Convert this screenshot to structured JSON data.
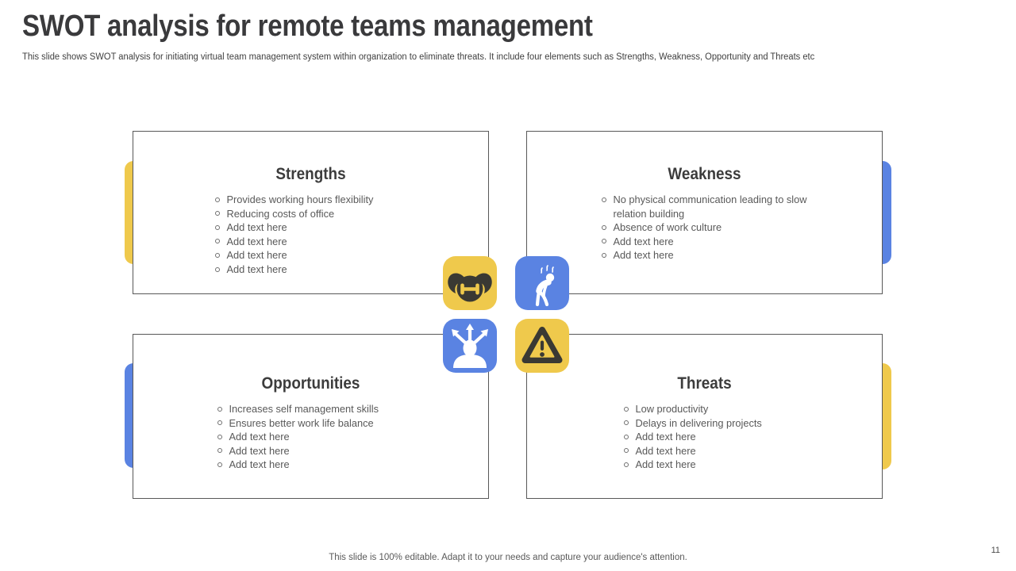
{
  "slide": {
    "title": "SWOT analysis for remote teams management",
    "subtitle": "This slide shows SWOT analysis for initiating virtual team management system within organization to eliminate threats. It include four elements such as Strengths, Weakness, Opportunity and Threats etc",
    "footer_note": "This slide is 100% editable. Adapt it to your needs and capture your audience's attention.",
    "page_number": "11"
  },
  "colors": {
    "yellow": "#EFC94C",
    "blue": "#5A83E2",
    "dark": "#3A3933",
    "text_gray": "#595959"
  },
  "quadrants": [
    {
      "title": "Strengths",
      "accent_color": "#EFC94C",
      "accent_side": "left",
      "icon": "muscle-dumbbell-icon",
      "items": [
        "Provides working hours flexibility",
        "Reducing costs of office",
        "Add text here",
        "Add text here",
        "Add text here",
        "Add text here"
      ]
    },
    {
      "title": "Weakness",
      "accent_color": "#5A83E2",
      "accent_side": "right",
      "icon": "tired-person-icon",
      "items": [
        "No physical communication leading to slow relation building",
        "Absence of work culture",
        "Add text here",
        "Add text here"
      ]
    },
    {
      "title": "Opportunities",
      "accent_color": "#5A83E2",
      "accent_side": "left",
      "icon": "person-arrows-icon",
      "items": [
        "Increases self management skills",
        "Ensures better work life balance",
        "Add text here",
        "Add text here",
        "Add text here"
      ]
    },
    {
      "title": "Threats",
      "accent_color": "#EFC94C",
      "accent_side": "right",
      "icon": "warning-triangle-icon",
      "items": [
        "Low productivity",
        "Delays in delivering projects",
        "Add text here",
        "Add text here",
        "Add text here"
      ]
    }
  ]
}
